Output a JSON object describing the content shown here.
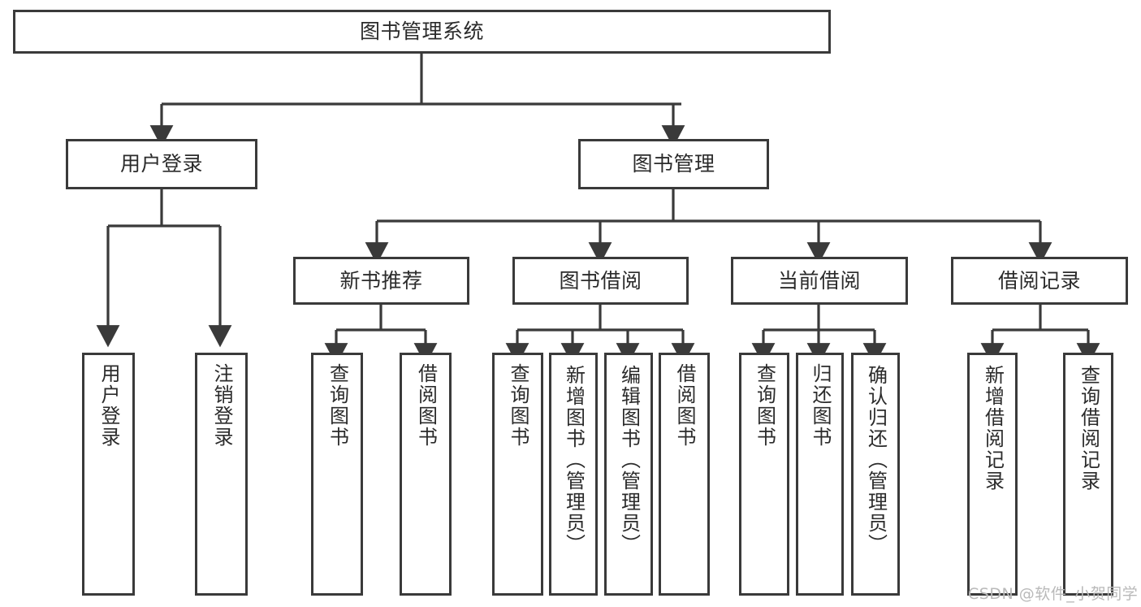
{
  "diagram": {
    "title": "图书管理系统",
    "type": "tree-structure-chart",
    "line_color": "#3a3a3a",
    "box_fill": "#ffffff",
    "text_color": "#2b2b2b",
    "watermark": "CSDN @软件_小贺同学"
  },
  "nodes": {
    "root": {
      "label": "图书管理系统"
    },
    "level2": [
      {
        "key": "user_login",
        "label": "用户登录"
      },
      {
        "key": "book_manage",
        "label": "图书管理"
      }
    ],
    "level3": [
      {
        "key": "new_book_rec",
        "label": "新书推荐"
      },
      {
        "key": "book_borrow",
        "label": "图书借阅"
      },
      {
        "key": "current_borrow",
        "label": "当前借阅"
      },
      {
        "key": "borrow_record",
        "label": "借阅记录"
      }
    ],
    "leaves": {
      "user_login": [
        {
          "key": "leaf_user_login",
          "label": "用户登录"
        },
        {
          "key": "leaf_logout",
          "label": "注销登录"
        }
      ],
      "new_book_rec": [
        {
          "key": "leaf_query_book_1",
          "label": "查询图书"
        },
        {
          "key": "leaf_borrow_book_1",
          "label": "借阅图书"
        }
      ],
      "book_borrow": [
        {
          "key": "leaf_query_book_2",
          "label": "查询图书"
        },
        {
          "key": "leaf_add_book",
          "label": "新增图书（管理员）"
        },
        {
          "key": "leaf_edit_book",
          "label": "编辑图书（管理员）"
        },
        {
          "key": "leaf_borrow_book_2",
          "label": "借阅图书"
        }
      ],
      "current_borrow": [
        {
          "key": "leaf_query_book_3",
          "label": "查询图书"
        },
        {
          "key": "leaf_return_book",
          "label": "归还图书"
        },
        {
          "key": "leaf_confirm_return",
          "label": "确认归还（管理员）"
        }
      ],
      "borrow_record": [
        {
          "key": "leaf_add_record",
          "label": "新增借阅记录"
        },
        {
          "key": "leaf_query_record",
          "label": "查询借阅记录"
        }
      ]
    }
  }
}
